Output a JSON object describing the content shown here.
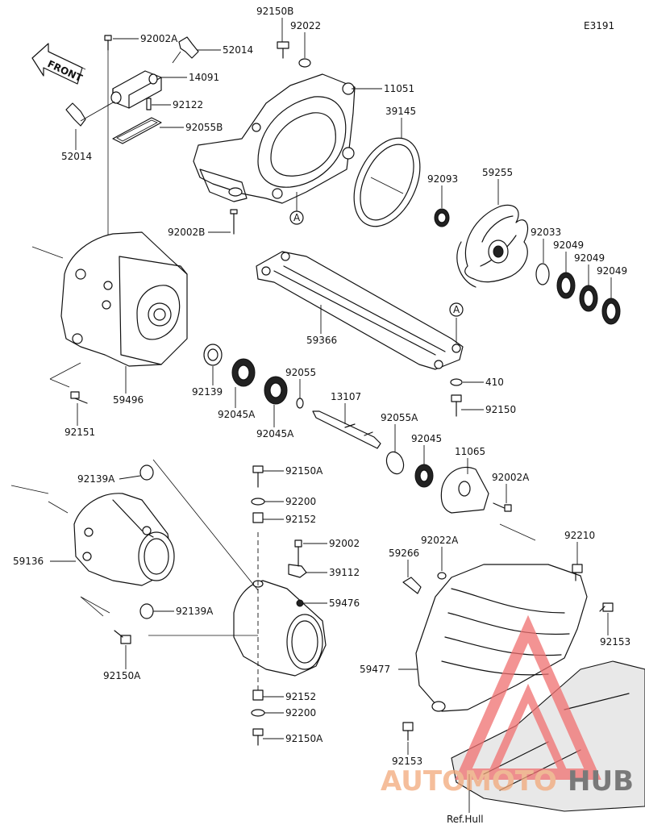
{
  "diagram_code": "E3191",
  "front_label": "FRONT",
  "callout": "A",
  "ref_text": "Ref.Hull",
  "watermark": {
    "text_a": "AUTO",
    "text_b": "MOTO",
    "text_c": "HUB",
    "color_main": "#f2a97a",
    "color_dark": "#555555",
    "logo_color": "#f07070"
  },
  "parts": [
    {
      "id": "92150B"
    },
    {
      "id": "92022"
    },
    {
      "id": "92002A"
    },
    {
      "id": "52014"
    },
    {
      "id": "14091"
    },
    {
      "id": "11051"
    },
    {
      "id": "92122"
    },
    {
      "id": "92055B"
    },
    {
      "id": "39145"
    },
    {
      "id": "52014"
    },
    {
      "id": "92093"
    },
    {
      "id": "59255"
    },
    {
      "id": "92002B"
    },
    {
      "id": "92033"
    },
    {
      "id": "92049"
    },
    {
      "id": "92049"
    },
    {
      "id": "92049"
    },
    {
      "id": "59366"
    },
    {
      "id": "410"
    },
    {
      "id": "92139"
    },
    {
      "id": "92055"
    },
    {
      "id": "59496"
    },
    {
      "id": "13107"
    },
    {
      "id": "92150"
    },
    {
      "id": "92045A"
    },
    {
      "id": "92055A"
    },
    {
      "id": "92151"
    },
    {
      "id": "92045A"
    },
    {
      "id": "92045"
    },
    {
      "id": "11065"
    },
    {
      "id": "92139A"
    },
    {
      "id": "92150A"
    },
    {
      "id": "92002A"
    },
    {
      "id": "92200"
    },
    {
      "id": "92152"
    },
    {
      "id": "59136"
    },
    {
      "id": "92002"
    },
    {
      "id": "92210"
    },
    {
      "id": "92022A"
    },
    {
      "id": "59266"
    },
    {
      "id": "39112"
    },
    {
      "id": "92139A"
    },
    {
      "id": "59476"
    },
    {
      "id": "92153"
    },
    {
      "id": "92150A"
    },
    {
      "id": "59477"
    },
    {
      "id": "92152"
    },
    {
      "id": "92200"
    },
    {
      "id": "92153"
    },
    {
      "id": "92150A"
    }
  ]
}
